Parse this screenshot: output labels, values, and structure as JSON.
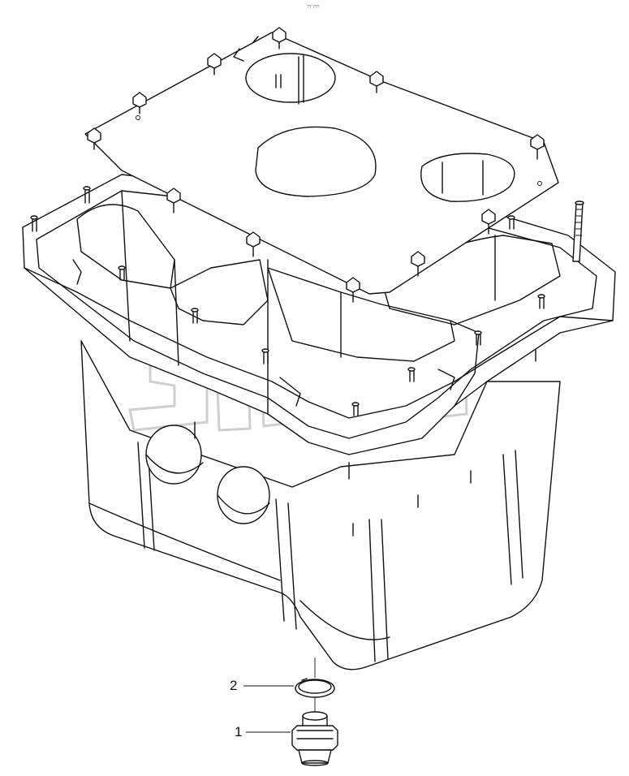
{
  "page_marker": "?? ???",
  "watermark": {
    "trademark": "™"
  },
  "callouts": [
    {
      "number": "2",
      "part": "sealing-ring"
    },
    {
      "number": "1",
      "part": "drain-plug"
    }
  ],
  "colors": {
    "line": "#111111",
    "background": "#ffffff",
    "watermark": "#cfcfcf"
  }
}
